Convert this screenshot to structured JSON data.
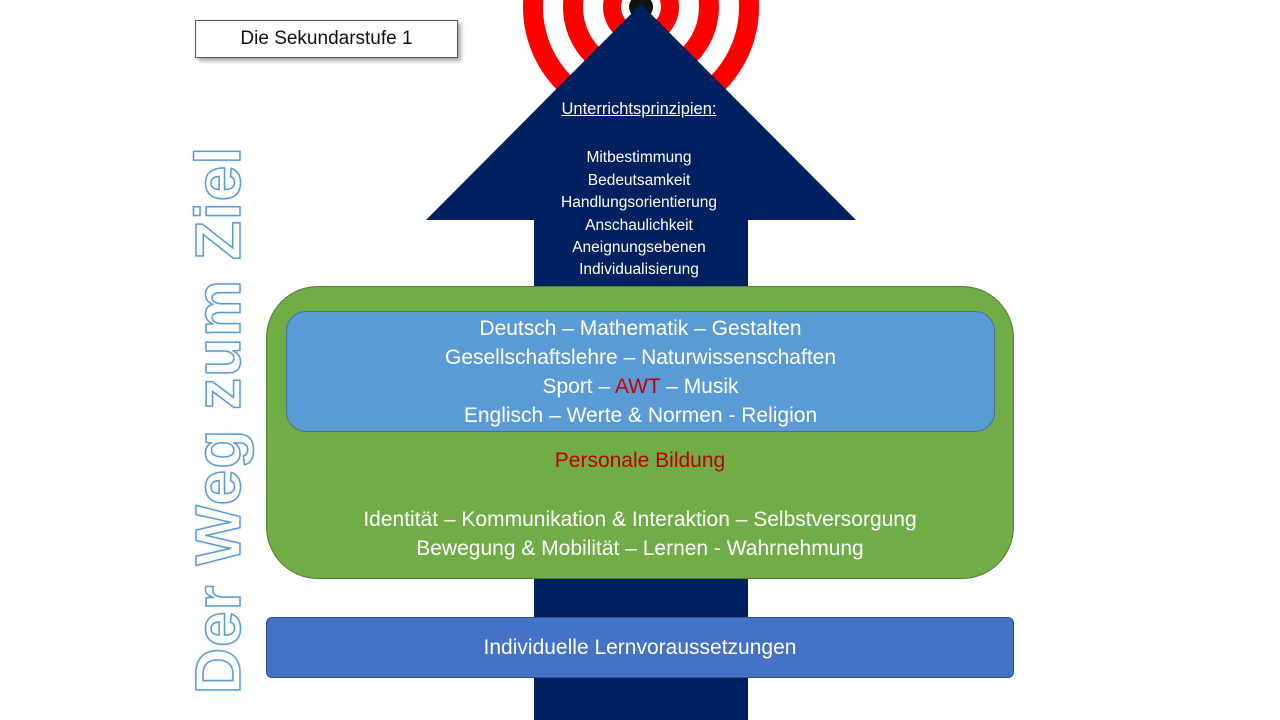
{
  "title_box": "Die Sekundarstufe 1",
  "vertical_title": "Der Weg zum Ziel",
  "arrow": {
    "heading": "Unterrichtsprinzipien:",
    "items": [
      "Mitbestimmung",
      "Bedeutsamkeit",
      "Handlungsorientierung",
      "Anschaulichkeit",
      "Aneignungsebenen",
      "Individualisierung"
    ]
  },
  "subjects": {
    "line1": "Deutsch – Mathematik – Gestalten",
    "line2": "Gesellschaftslehre – Naturwissenschaften",
    "line3_pre": "Sport – ",
    "line3_highlight": "AWT",
    "line3_post": " – Musik",
    "line4": "Englisch – Werte & Normen - Religion"
  },
  "personale": {
    "title": "Personale Bildung",
    "line1": "Identität – Kommunikation & Interaktion – Selbstversorgung",
    "line2": "Bewegung & Mobilität – Lernen - Wahrnehmung"
  },
  "base": "Individuelle Lernvoraussetzungen",
  "colors": {
    "arrow": "#002060",
    "target_red": "#ff0000",
    "green": "#70ad47",
    "light_blue": "#5b9bd5",
    "mid_blue": "#4472c4",
    "highlight_red": "#c00000"
  }
}
